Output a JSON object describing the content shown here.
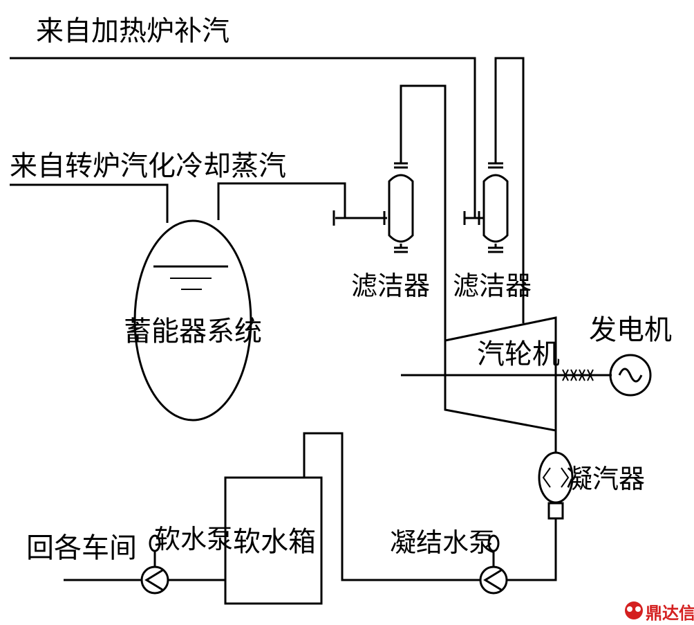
{
  "labels": {
    "heater_steam": "来自加热炉补汽",
    "converter_steam": "来自转炉汽化冷却蒸汽",
    "accumulator": "蓄能器系统",
    "filter_1": "滤洁器",
    "filter_2": "滤洁器",
    "turbine": "汽轮机",
    "generator": "发电机",
    "condenser": "凝汽器",
    "soft_water_tank": "软水箱",
    "soft_water_pump": "软水泵",
    "condensate_pump": "凝结水泵",
    "return_workshops": "回各车间"
  },
  "watermark": {
    "brand": "鼎达信"
  },
  "colors": {
    "line": "#000000",
    "watermark": "#d42020",
    "background": "#ffffff"
  }
}
